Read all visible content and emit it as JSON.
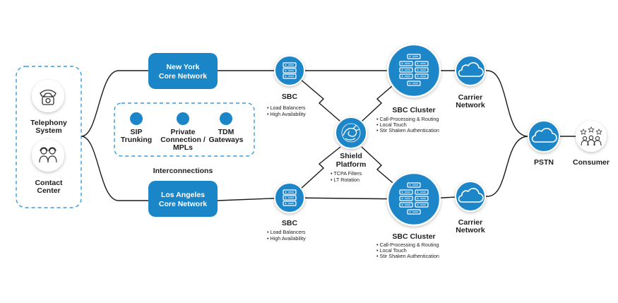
{
  "colors": {
    "accent": "#1a86c8",
    "dash": "#3a9ad9",
    "line": "#1a1a1a"
  },
  "left_panel": {
    "telephony": {
      "icon": "telephone-icon",
      "label_lines": [
        "Telephony",
        "System"
      ]
    },
    "contact": {
      "icon": "headset-agents-icon",
      "label_lines": [
        "Contact",
        "Center"
      ]
    }
  },
  "networks": {
    "ny": {
      "label_lines": [
        "New York",
        "Core Network"
      ]
    },
    "la": {
      "label_lines": [
        "Los Angeles",
        "Core Network"
      ]
    }
  },
  "interconnections": {
    "title": "Interconnections",
    "items": [
      {
        "label_lines": [
          "SIP",
          "Trunking"
        ]
      },
      {
        "label_lines": [
          "Private",
          "Connection /",
          "MPLs"
        ]
      },
      {
        "label_lines": [
          "TDM",
          "Gateways"
        ]
      }
    ]
  },
  "sbc_top": {
    "icon": "server-rack-icon",
    "label": "SBC",
    "bullets": [
      "Load Balancers",
      "High Availability"
    ]
  },
  "sbc_bottom": {
    "icon": "server-rack-icon",
    "label": "SBC",
    "bullets": [
      "Load Balancers",
      "High Availability"
    ]
  },
  "shield": {
    "icon": "dragon-logo-icon",
    "label_lines": [
      "Shield",
      "Platform"
    ],
    "bullets": [
      "TCPA Filters",
      "LT Rotation"
    ]
  },
  "cluster_top": {
    "icon": "server-cluster-icon",
    "label": "SBC Cluster",
    "bullets": [
      "Call-Processing & Routing",
      "Local Touch",
      "Stir Shaken Authentication"
    ]
  },
  "cluster_bottom": {
    "icon": "server-cluster-icon",
    "label": "SBC Cluster",
    "bullets": [
      "Call-Processing & Routing",
      "Local Touch",
      "Stir Shaken Authentication"
    ]
  },
  "carrier_top": {
    "icon": "cloud-icon",
    "label_lines": [
      "Carrier",
      "Network"
    ]
  },
  "carrier_bottom": {
    "icon": "cloud-icon",
    "label_lines": [
      "Carrier",
      "Network"
    ]
  },
  "pstn": {
    "icon": "cloud-icon",
    "label": "PSTN"
  },
  "consumer": {
    "icon": "people-stars-icon",
    "label": "Consumer"
  }
}
